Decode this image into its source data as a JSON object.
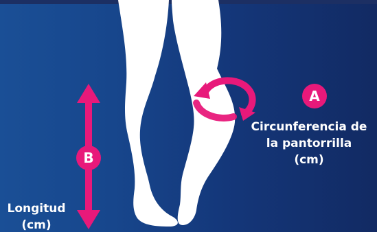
{
  "measurement_a": {
    "badge_letter": "A",
    "label_lines": [
      "Circunferencia de",
      "la pantorrilla",
      "(cm)"
    ]
  },
  "measurement_b": {
    "badge_letter": "B",
    "label_lines": [
      "Longitud",
      "(cm)"
    ]
  },
  "colors": {
    "accent": "#e8197a",
    "background_left": "#1a4f96",
    "background_right": "#122a63",
    "leg": "#ffffff"
  },
  "icons": [
    "vertical-double-arrow-icon",
    "circular-arrow-icon"
  ]
}
